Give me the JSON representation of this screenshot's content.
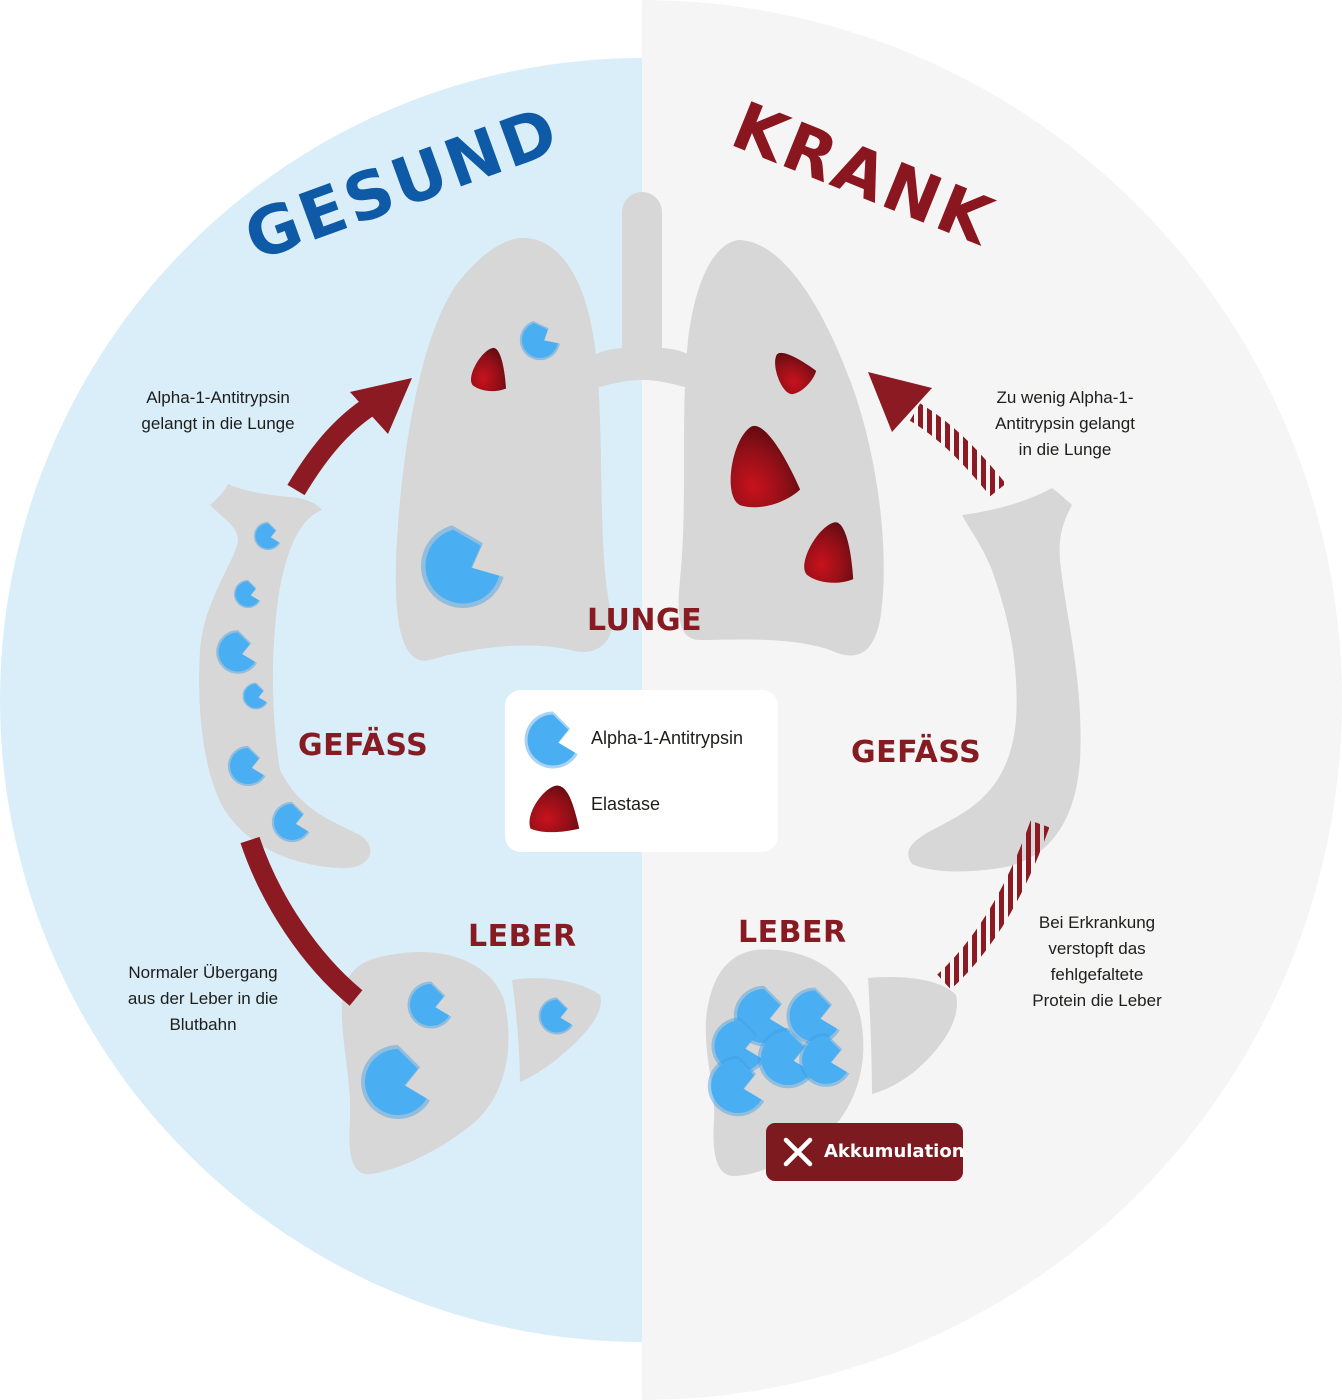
{
  "headings": {
    "healthy": "GESUND",
    "sick": "KRANK"
  },
  "organs": {
    "lung": "LUNGE",
    "vessel_left": "GEFÄSS",
    "vessel_right": "GEFÄSS",
    "liver_left": "LEBER",
    "liver_right": "LEBER"
  },
  "annotations": {
    "healthy_to_lung": [
      "Alpha-1-Antitrypsin",
      "gelangt in die Lunge"
    ],
    "healthy_from_liver": [
      "Normaler Übergang",
      "aus der Leber in die",
      "Blutbahn"
    ],
    "sick_to_lung": [
      "Zu wenig Alpha-1-",
      "Antitrypsin gelangt",
      "in die Lunge"
    ],
    "sick_from_liver": [
      "Bei Erkrankung",
      "verstopft das",
      "fehlgefaltete",
      "Protein die Leber"
    ]
  },
  "legend": {
    "alpha": "Alpha-1-Antitrypsin",
    "elastase": "Elastase"
  },
  "badge": {
    "label": "Akkumulation",
    "icon": "x-icon"
  },
  "colors": {
    "healthy_blue": "#0f5aa6",
    "sick_red": "#8a1720",
    "arrow_red": "#8c1a22",
    "alpha_blue": "#4aaff2",
    "organ_grey": "#d7d7d7",
    "bg_left": "#d9eef8",
    "bg_right": "#f5f5f5"
  }
}
